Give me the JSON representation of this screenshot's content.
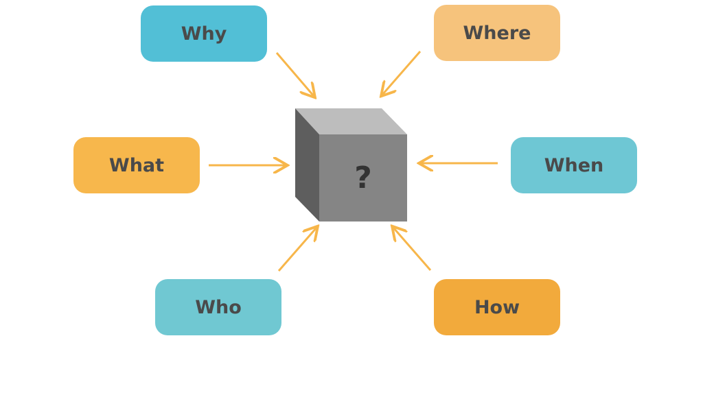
{
  "center": {
    "label": "?"
  },
  "nodes": [
    {
      "id": "why",
      "label": "Why",
      "color": "#52bfd6"
    },
    {
      "id": "where",
      "label": "Where",
      "color": "#f6c37c"
    },
    {
      "id": "what",
      "label": "What",
      "color": "#f7b74c"
    },
    {
      "id": "when",
      "label": "When",
      "color": "#6ec7d4"
    },
    {
      "id": "who",
      "label": "Who",
      "color": "#70c8d2"
    },
    {
      "id": "how",
      "label": "How",
      "color": "#f2aa3c"
    }
  ],
  "arrow_color": "#f7b64a"
}
